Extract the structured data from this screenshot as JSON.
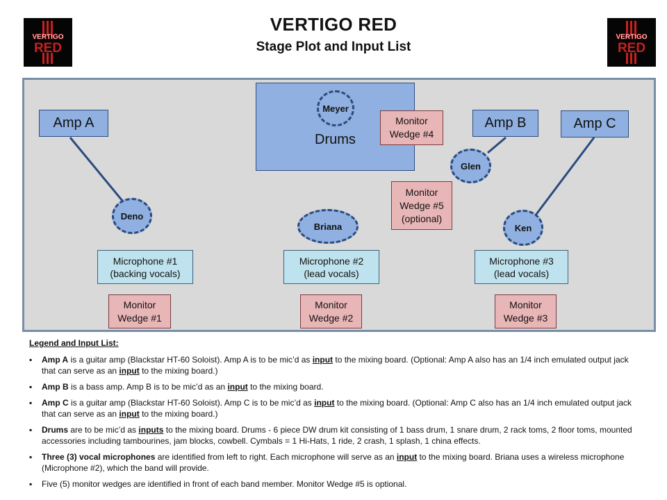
{
  "header": {
    "title": "VERTIGO RED",
    "subtitle": "Stage Plot and Input List",
    "logo_line1": "VERTIGO",
    "logo_line2": "RED"
  },
  "colors": {
    "stage_bg": "#d9d9d9",
    "amp_blue": "#8fb0e0",
    "mic_cyan": "#bfe3ee",
    "wedge_pink": "#e9b6b7",
    "logo_red": "#cc1f1f"
  },
  "stage": {
    "amp_a": "Amp A",
    "amp_b": "Amp B",
    "amp_c": "Amp C",
    "drums": "Drums",
    "people": {
      "meyer": "Meyer",
      "glen": "Glen",
      "deno": "Deno",
      "briana": "Briana",
      "ken": "Ken"
    },
    "mic1": {
      "line1": "Microphone #1",
      "line2": "(backing vocals)"
    },
    "mic2": {
      "line1": "Microphone #2",
      "line2": "(lead vocals)"
    },
    "mic3": {
      "line1": "Microphone #3",
      "line2": "(lead vocals)"
    },
    "wedge1": {
      "line1": "Monitor",
      "line2": "Wedge #1"
    },
    "wedge2": {
      "line1": "Monitor",
      "line2": "Wedge #2"
    },
    "wedge3": {
      "line1": "Monitor",
      "line2": "Wedge #3"
    },
    "wedge4": {
      "line1": "Monitor",
      "line2": "Wedge #4"
    },
    "wedge5": {
      "line1": "Monitor",
      "line2": "Wedge #5",
      "line3": "(optional)"
    }
  },
  "legend": {
    "title": "Legend and Input List:",
    "items": [
      {
        "bold": "Amp A",
        "t1": " is a guitar amp (Blackstar HT-60  Soloist).  Amp A is to be mic’d as ",
        "u1": "input",
        "t2": " to the mixing board.  (Optional:   Amp A also has an 1/4 inch emulated output jack that can serve  as an ",
        "u2": "input",
        "t3": " to the mixing board.)"
      },
      {
        "bold": "Amp B",
        "t1": " is a bass amp.   Amp B is to be mic’d as an ",
        "u1": "input",
        "t2": " to the mixing board."
      },
      {
        "bold": "Amp C",
        "t1": " is a guitar amp (Blackstar HT-60  Soloist).  Amp C is to be mic’d as ",
        "u1": "input",
        "t2": " to the mixing board.  (Optional:   Amp C also has an 1/4 inch emulated output jack that can serve  as an ",
        "u2": "input",
        "t3": " to the mixing board.)"
      },
      {
        "bold": "Drums",
        "t1": " are to be mic’d as ",
        "u1": "inputs",
        "t2": " to the mixing board.  Drums - 6 piece DW drum kit consisting of 1 bass drum, 1 snare drum, 2 rack toms, 2 floor toms, mounted accessories including tambourines, jam blocks, cowbell.  Cymbals = 1 Hi-Hats, 1 ride, 2 crash, 1 splash, 1 china effects."
      },
      {
        "bold": "Three (3) vocal microphones",
        "t1": " are identified from left to right.  Each microphone  will serve as an ",
        "u1": "input",
        "t2": " to the mixing board.  Briana uses a wireless microphone (Microphone #2), which the band will provide."
      },
      {
        "t1": "Five (5) monitor wedges are identified  in front of each band member.   Monitor Wedge #5 is optional."
      }
    ]
  }
}
